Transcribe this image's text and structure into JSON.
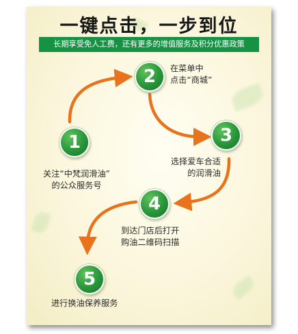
{
  "title": "一键点击，一步到位",
  "banner": "长期享受免人工费，还有更多的增值服务及积分优惠政策",
  "colors": {
    "accent_orange": "#e8731c",
    "step_green": "#29953a",
    "banner_green": "#159243"
  },
  "steps": [
    {
      "number": "1",
      "lines": [
        "关注“中梵润滑油”",
        "的公众服务号"
      ]
    },
    {
      "number": "2",
      "lines": [
        "在菜单中",
        "点击“商城”"
      ]
    },
    {
      "number": "3",
      "lines": [
        "选择爱车合适",
        "的润滑油"
      ]
    },
    {
      "number": "4",
      "lines": [
        "到达门店后打开",
        "购油二维码扫描"
      ]
    },
    {
      "number": "5",
      "lines": [
        "进行换油保养服务"
      ]
    }
  ]
}
